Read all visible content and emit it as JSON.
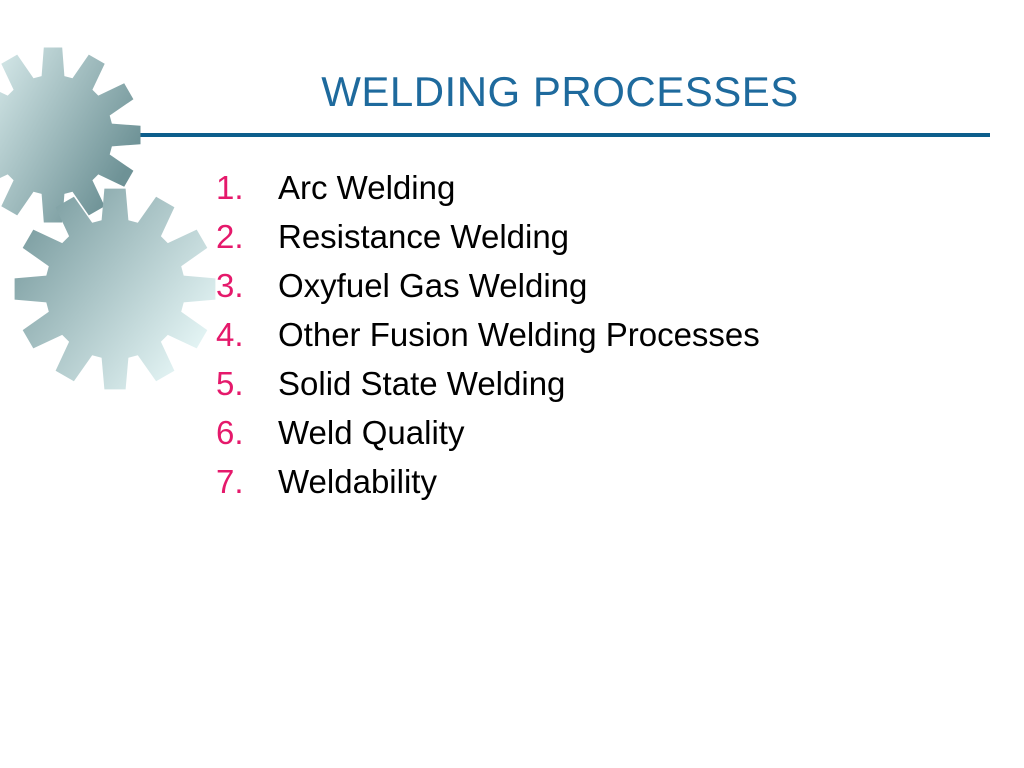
{
  "slide": {
    "title": "WELDING PROCESSES",
    "items": [
      {
        "number": "1.",
        "label": "Arc Welding"
      },
      {
        "number": "2.",
        "label": "Resistance Welding"
      },
      {
        "number": "3.",
        "label": "Oxyfuel Gas Welding"
      },
      {
        "number": "4.",
        "label": "Other Fusion Welding Processes"
      },
      {
        "number": "5.",
        "label": "Solid State Welding"
      },
      {
        "number": "6.",
        "label": "Weld Quality"
      },
      {
        "number": "7.",
        "label": "Weldability"
      }
    ],
    "colors": {
      "title_text": "#1E6A9D",
      "title_rule": "#0D5E8C",
      "list_number": "#E5196B",
      "list_text": "#000000",
      "gear_gradient_light": "#E7F7F7",
      "gear_gradient_dark": "#6E9296",
      "background": "#FFFFFF"
    },
    "decor": {
      "graphic": "two interlocking gears, top-left corner"
    }
  }
}
